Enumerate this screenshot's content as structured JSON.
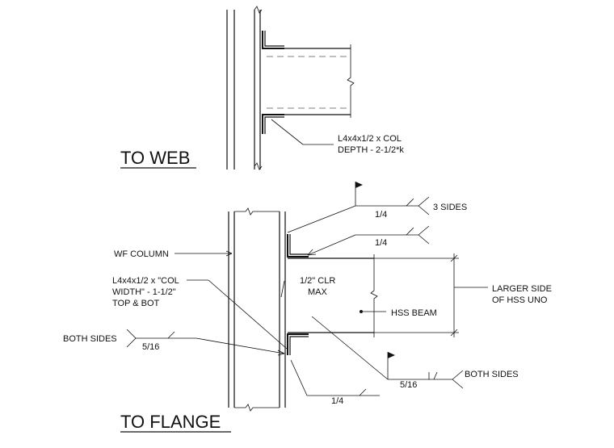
{
  "titles": {
    "web": "TO WEB",
    "flange": "TO FLANGE"
  },
  "notes": {
    "web_angle_line1": "L4x4x1/2 x COL",
    "web_angle_line2": "DEPTH - 2-1/2*k",
    "weld_top_size": "1/4",
    "weld_top_sides": "3 SIDES",
    "weld_second_size": "1/4",
    "wf_column": "WF COLUMN",
    "flange_angle_line1": "L4x4x1/2 x \"COL",
    "flange_angle_line2": "WIDTH\" - 1-1/2\"",
    "flange_angle_line3": "TOP & BOT",
    "clr_line1": "1/2\" CLR",
    "clr_line2": "MAX",
    "larger_side_line1": "LARGER SIDE",
    "larger_side_line2": "OF HSS UNO",
    "hss_beam": "HSS BEAM",
    "left_weld_sides": "BOTH SIDES",
    "left_weld_size": "5/16",
    "right_weld_size": "5/16",
    "right_weld_sides": "BOTH SIDES",
    "bottom_weld_size": "1/4"
  }
}
